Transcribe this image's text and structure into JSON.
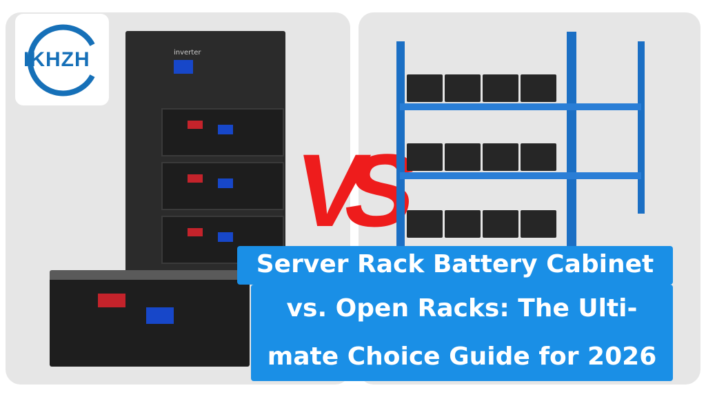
{
  "logo": {
    "text": "IKHZH",
    "colors": {
      "brand": "#1670b8",
      "accent": "#e8851e"
    }
  },
  "cabinet": {
    "inverter_label": "inverter"
  },
  "vs_label": "VS",
  "title": {
    "lines": [
      "Server Rack Battery Cabinet",
      "vs. Open Racks: The Ulti-",
      "mate Choice Guide for 2026"
    ],
    "background": "#1a8fe6"
  }
}
